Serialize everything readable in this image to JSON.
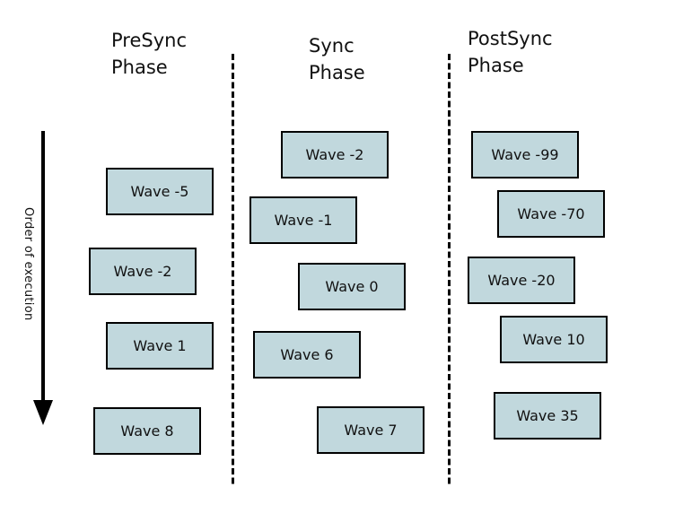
{
  "diagram": {
    "type": "phase-flow-diagram",
    "order_label": "Order of execution",
    "phases": [
      {
        "name": "PreSync Phase",
        "title_lines": [
          "PreSync",
          "Phase"
        ],
        "waves": [
          "Wave -5",
          "Wave -2",
          "Wave 1",
          "Wave 8"
        ]
      },
      {
        "name": "Sync Phase",
        "title_lines": [
          "Sync",
          "Phase"
        ],
        "waves": [
          "Wave -2",
          "Wave -1",
          "Wave 0",
          "Wave 6",
          "Wave 7"
        ]
      },
      {
        "name": "PostSync Phase",
        "title_lines": [
          "PostSync",
          "Phase"
        ],
        "waves": [
          "Wave -99",
          "Wave -70",
          "Wave -20",
          "Wave 10",
          "Wave 35"
        ]
      }
    ],
    "colors": {
      "background": "#ffffff",
      "box_fill": "#c1d8dd",
      "box_border": "#000000",
      "line": "#000000",
      "text": "#111111"
    }
  }
}
